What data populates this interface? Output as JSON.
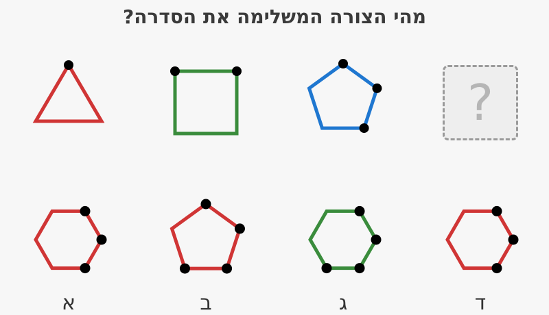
{
  "title": "מהי הצורה המשלימה את הסדרה?",
  "colors": {
    "red": "#d03535",
    "green": "#3a8c3c",
    "blue": "#1f77d0",
    "dot": "#000000"
  },
  "sequence": [
    {
      "id": "triangle",
      "sides": 3,
      "color": "red",
      "dots": 1
    },
    {
      "id": "square",
      "sides": 4,
      "color": "green",
      "dots": 2
    },
    {
      "id": "pentagon",
      "sides": 5,
      "color": "blue",
      "dots": 3
    },
    {
      "id": "missing",
      "placeholder": "?"
    }
  ],
  "options": [
    {
      "label": "א",
      "sides": 6,
      "color": "red",
      "dots": 3
    },
    {
      "label": "ב",
      "sides": 5,
      "color": "red",
      "dots": 4
    },
    {
      "label": "ג",
      "sides": 6,
      "color": "green",
      "dots": 4
    },
    {
      "label": "ד",
      "sides": 6,
      "color": "red",
      "dots": 3
    }
  ]
}
